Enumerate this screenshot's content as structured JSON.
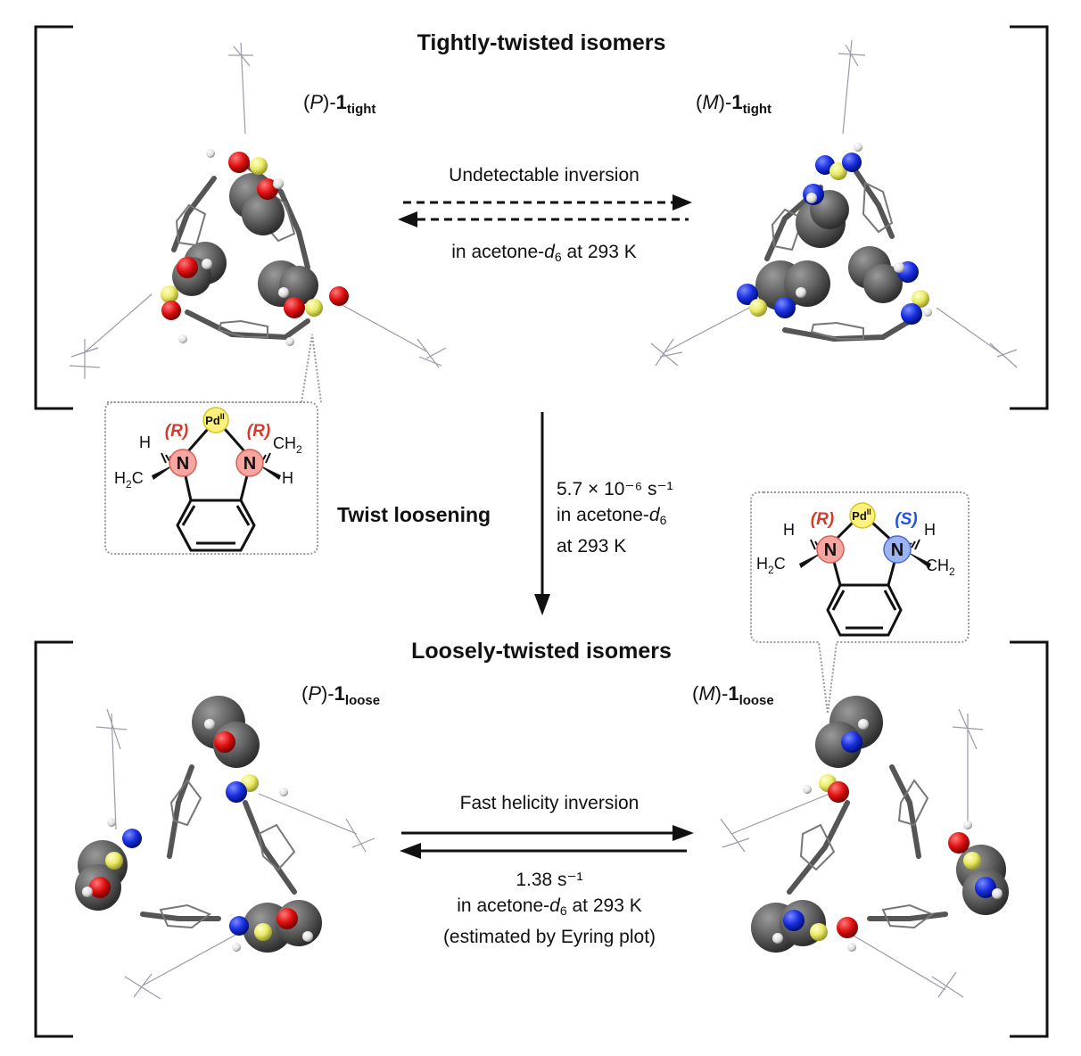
{
  "top": {
    "title": "Tightly-twisted isomers",
    "left_isomer": {
      "paren_open": "(",
      "helicity": "P",
      "paren_close": ")-",
      "number": "1",
      "subscript": "tight"
    },
    "right_isomer": {
      "paren_open": "(",
      "helicity": "M",
      "paren_close": ")-",
      "number": "1",
      "subscript": "tight"
    },
    "equilibrium": {
      "above": "Undetectable inversion",
      "below_prefix": "in acetone-",
      "below_solvent": "d",
      "below_solvent_sub": "6",
      "below_suffix": " at 293 K"
    }
  },
  "middle": {
    "step_label": "Twist loosening",
    "rate": "5.7 × 10⁻⁶ s⁻¹",
    "solvent_prefix": "in acetone-",
    "solvent": "d",
    "solvent_sub": "6",
    "temperature": "at 293 K"
  },
  "inset_left": {
    "config_left": "(R)",
    "config_right": "(R)",
    "metal": "Pd",
    "metal_ox": "II",
    "n_left": "N",
    "n_right": "N",
    "h_left": "H",
    "ch2_left": "H",
    "ch2_left_sub": "2",
    "ch2_left_c": "C",
    "ch2_right": "CH",
    "ch2_right_sub": "2",
    "h_right": "H"
  },
  "inset_right": {
    "config_left": "(R)",
    "config_right": "(S)",
    "metal": "Pd",
    "metal_ox": "II",
    "n_left": "N",
    "n_right": "N",
    "h_left": "H",
    "ch2_left": "H",
    "ch2_left_sub": "2",
    "ch2_left_c": "C",
    "ch2_right": "CH",
    "ch2_right_sub": "2",
    "h_right": "H"
  },
  "bottom": {
    "title": "Loosely-twisted isomers",
    "left_isomer": {
      "paren_open": "(",
      "helicity": "P",
      "paren_close": ")-",
      "number": "1",
      "subscript": "loose"
    },
    "right_isomer": {
      "paren_open": "(",
      "helicity": "M",
      "paren_close": ")-",
      "number": "1",
      "subscript": "loose"
    },
    "equilibrium": {
      "above": "Fast helicity inversion",
      "rate": "1.38 s⁻¹",
      "solvent_prefix": "in acetone-",
      "solvent": "d",
      "solvent_sub": "6",
      "solvent_suffix": " at 293 K",
      "note": "(estimated by Eyring plot)"
    }
  },
  "colors": {
    "oxygen_red": "#dd1111",
    "nitrogen_blue": "#1a33dd",
    "sulfur_yellow": "#eeee66",
    "carbon_gray": "#555555",
    "r_config": "#d63a2a",
    "s_config": "#2255dd",
    "pd_fill": "#fff27a",
    "n_r_fill": "#f6a5a0",
    "n_s_fill": "#9db4f2"
  }
}
